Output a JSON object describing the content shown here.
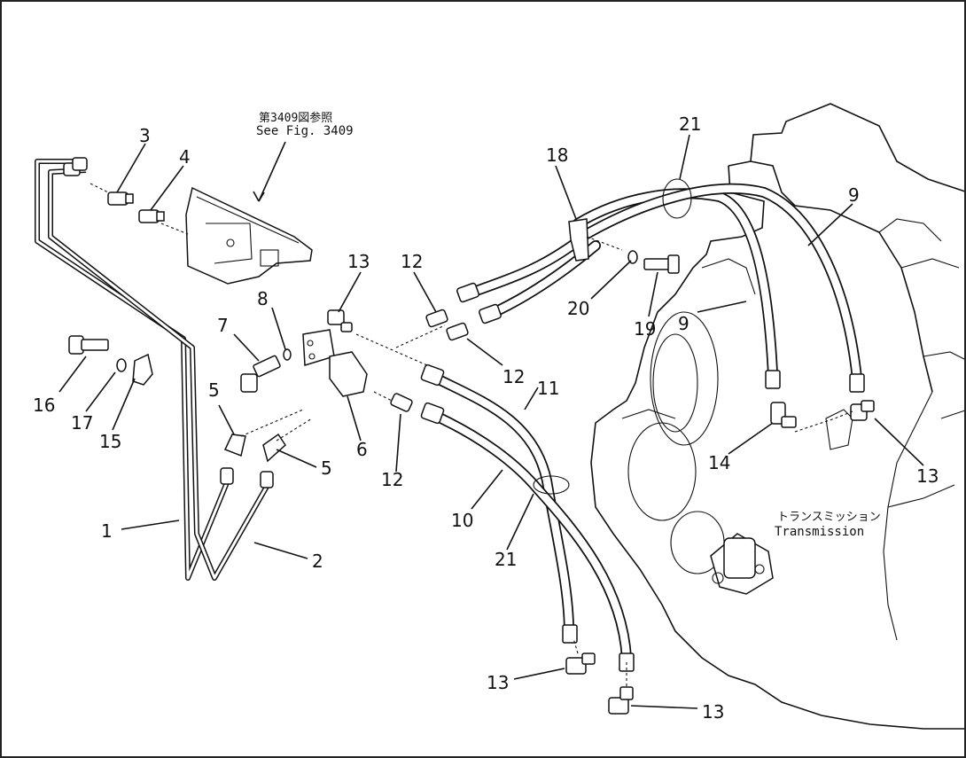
{
  "reference": {
    "japanese": "第3409図参照",
    "english": "See Fig. 3409"
  },
  "transmission_label": {
    "japanese": "トランスミッション",
    "english": "Transmission"
  },
  "callouts": {
    "c1": "1",
    "c2": "2",
    "c3": "3",
    "c4": "4",
    "c5a": "5",
    "c5b": "5",
    "c6": "6",
    "c7": "7",
    "c8": "8",
    "c9a": "9",
    "c9b": "9",
    "c10": "10",
    "c11": "11",
    "c12a": "12",
    "c12b": "12",
    "c12c": "12",
    "c13a": "13",
    "c13b": "13",
    "c13c": "13",
    "c13d": "13",
    "c14": "14",
    "c15": "15",
    "c16": "16",
    "c17": "17",
    "c18": "18",
    "c19": "19",
    "c20": "20",
    "c21a": "21",
    "c21b": "21"
  }
}
